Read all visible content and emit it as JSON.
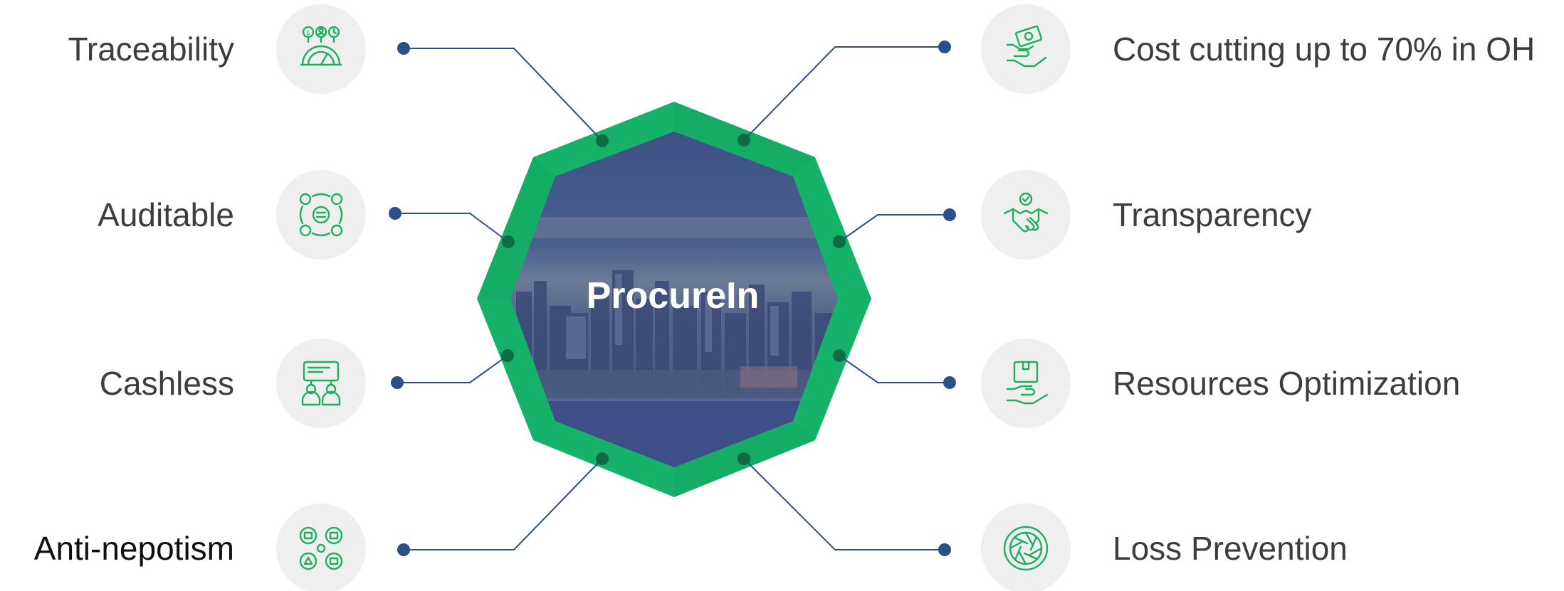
{
  "center": {
    "title": "ProcureIn"
  },
  "colors": {
    "ring_green": "#17b26a",
    "ring_green_dark": "#0f9a58",
    "connector_blue": "#2b4f86",
    "icon_green": "#1fae5f",
    "icon_bg": "#efefef",
    "label_text": "#3d3d3d"
  },
  "features_left": [
    {
      "label": "Traceability",
      "icon": "cost-gauge-gear-icon"
    },
    {
      "label": "Auditable",
      "icon": "people-network-chat-icon"
    },
    {
      "label": "Cashless",
      "icon": "card-payment-people-icon"
    },
    {
      "label": "Anti-nepotism",
      "icon": "grid-people-icon"
    }
  ],
  "features_right": [
    {
      "label": "Cost cutting up to 70% in OH",
      "icon": "hand-money-icon"
    },
    {
      "label": "Transparency",
      "icon": "handshake-check-icon"
    },
    {
      "label": "Resources Optimization",
      "icon": "hand-box-icon"
    },
    {
      "label": "Loss Prevention",
      "icon": "shutter-aperture-icon"
    }
  ]
}
